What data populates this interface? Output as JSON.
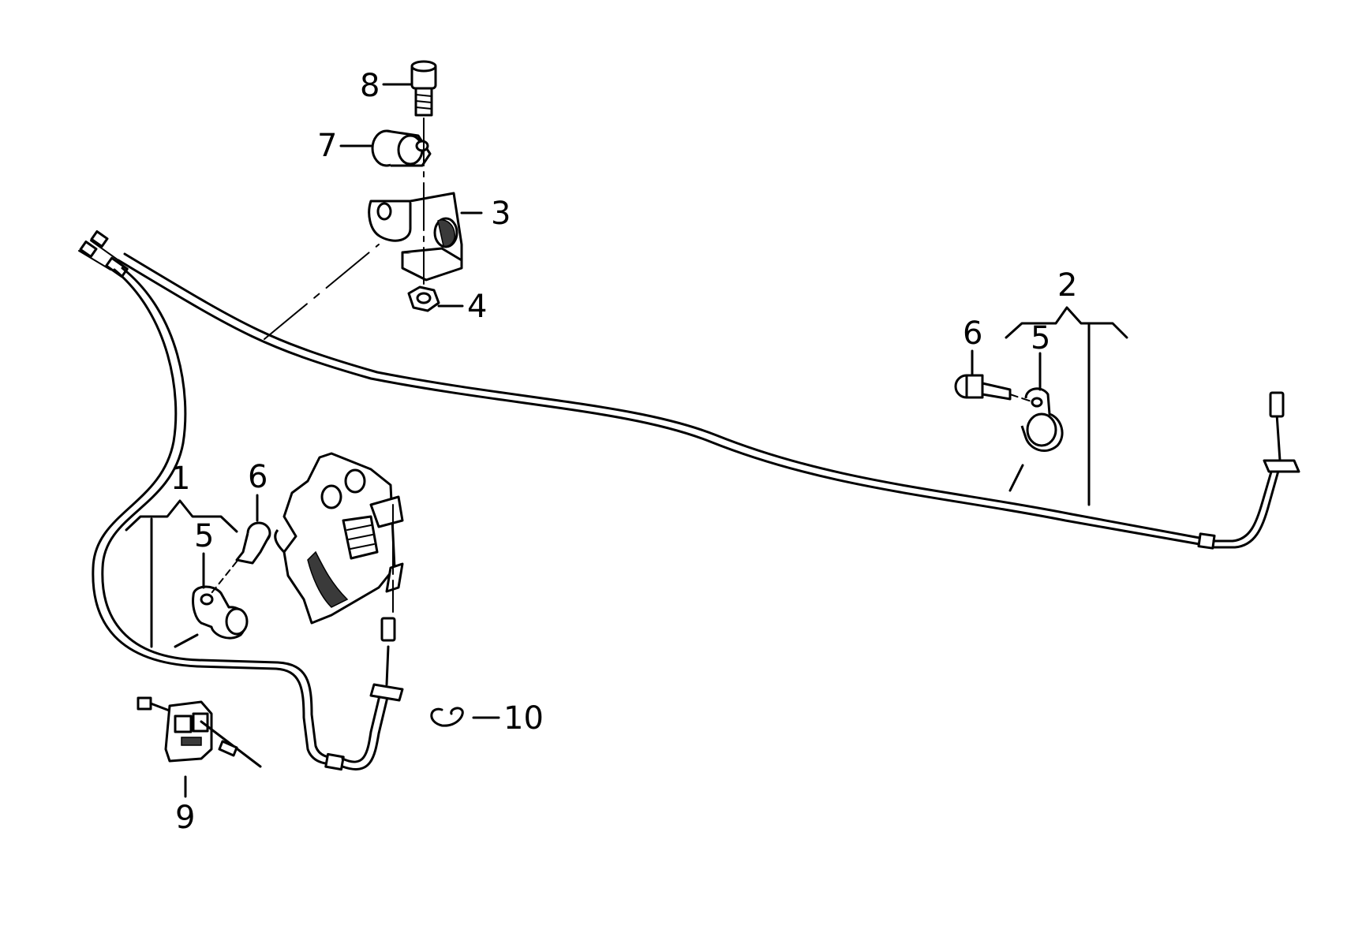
{
  "callouts": {
    "c1": "1",
    "c2": "2",
    "c3": "3",
    "c4": "4",
    "c5a": "5",
    "c5b": "5",
    "c6a": "6",
    "c6b": "6",
    "c7": "7",
    "c8": "8",
    "c9": "9",
    "c10": "10"
  }
}
